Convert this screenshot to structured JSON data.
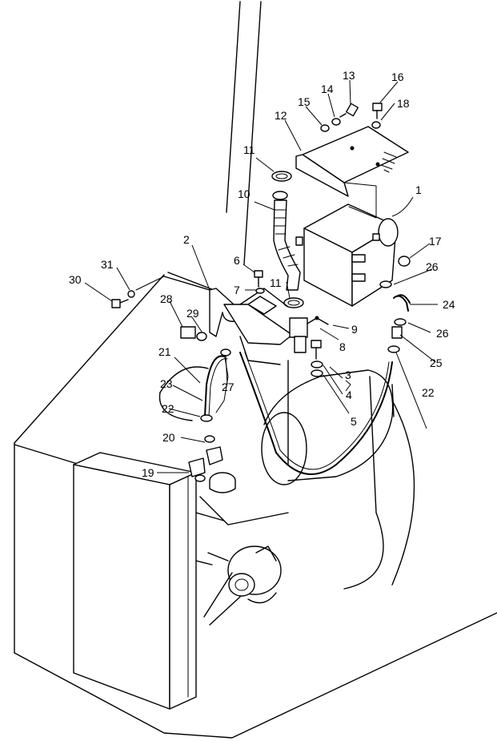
{
  "diagram": {
    "callouts": [
      {
        "id": "c1",
        "text": "1"
      },
      {
        "id": "c2",
        "text": "2"
      },
      {
        "id": "c3",
        "text": "3"
      },
      {
        "id": "c4",
        "text": "4"
      },
      {
        "id": "c5",
        "text": "5"
      },
      {
        "id": "c6",
        "text": "6"
      },
      {
        "id": "c7",
        "text": "7"
      },
      {
        "id": "c8",
        "text": "8"
      },
      {
        "id": "c9",
        "text": "9"
      },
      {
        "id": "c10",
        "text": "10"
      },
      {
        "id": "c11a",
        "text": "11"
      },
      {
        "id": "c11b",
        "text": "11"
      },
      {
        "id": "c12",
        "text": "12"
      },
      {
        "id": "c13",
        "text": "13"
      },
      {
        "id": "c14",
        "text": "14"
      },
      {
        "id": "c15",
        "text": "15"
      },
      {
        "id": "c16",
        "text": "16"
      },
      {
        "id": "c17",
        "text": "17"
      },
      {
        "id": "c18",
        "text": "18"
      },
      {
        "id": "c19",
        "text": "19"
      },
      {
        "id": "c20",
        "text": "20"
      },
      {
        "id": "c21",
        "text": "21"
      },
      {
        "id": "c22a",
        "text": "22"
      },
      {
        "id": "c22b",
        "text": "22"
      },
      {
        "id": "c23",
        "text": "23"
      },
      {
        "id": "c24",
        "text": "24"
      },
      {
        "id": "c25",
        "text": "25"
      },
      {
        "id": "c26a",
        "text": "26"
      },
      {
        "id": "c26b",
        "text": "26"
      },
      {
        "id": "c27",
        "text": "27"
      },
      {
        "id": "c28",
        "text": "28"
      },
      {
        "id": "c29",
        "text": "29"
      },
      {
        "id": "c30",
        "text": "30"
      },
      {
        "id": "c31",
        "text": "31"
      }
    ]
  }
}
